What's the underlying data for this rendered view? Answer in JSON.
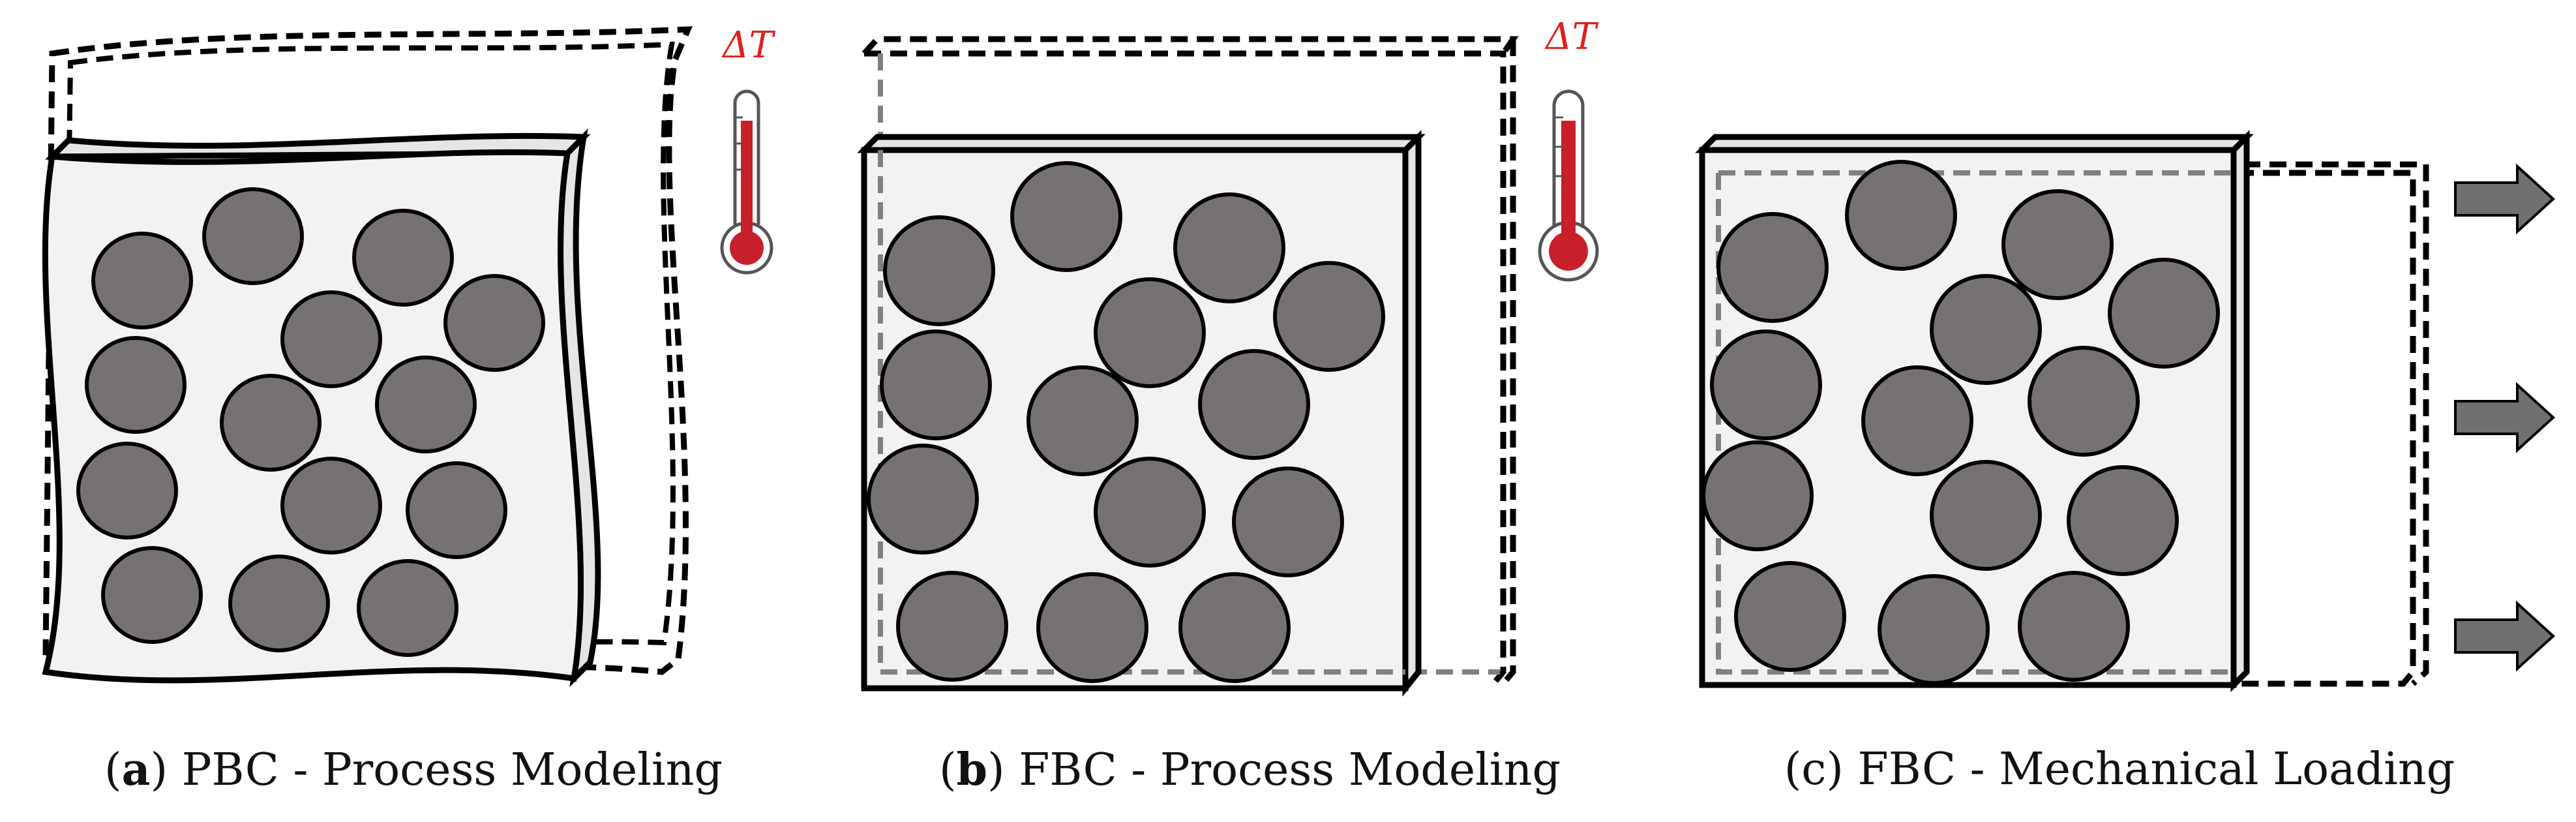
{
  "panels": [
    {
      "letter": "a",
      "text": "PBC - Process Modeling",
      "delta_label": "ΔT"
    },
    {
      "letter": "b",
      "text": "FBC - Process Modeling",
      "delta_label": "ΔT"
    },
    {
      "letter": "c",
      "text": "FBC - Mechanical Loading"
    }
  ],
  "colors": {
    "matrix_fill": "#f2f2f2",
    "fiber_fill": "#767272",
    "outline": "#000000",
    "dashed_gray": "#808080",
    "thermometer_red": "#c8202a",
    "delta_text": "#e02020",
    "arrow_fill": "#707070"
  },
  "icons": [
    "thermometer-icon",
    "load-arrow-icon"
  ]
}
